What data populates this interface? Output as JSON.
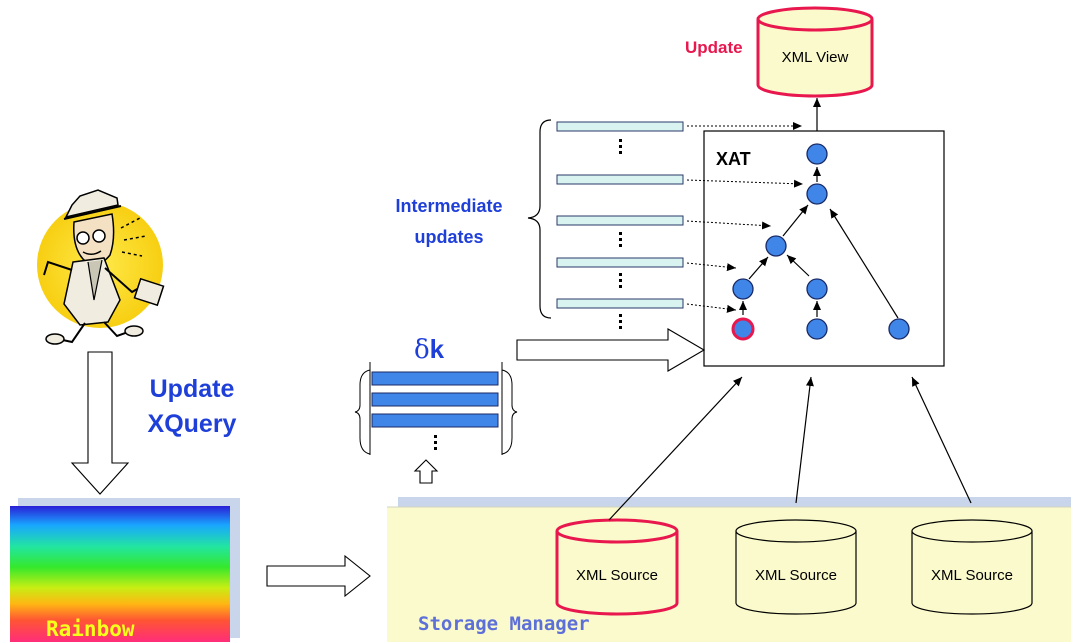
{
  "view": {
    "update_label": "Update",
    "label": "XML View"
  },
  "xat": {
    "label": "XAT"
  },
  "intermediate": {
    "line1": "Intermediate",
    "line2": "updates"
  },
  "delta": {
    "symbol": "δ",
    "var": "k"
  },
  "user_action": {
    "line1": "Update",
    "line2": "XQuery"
  },
  "rainbow": {
    "label": "Rainbow"
  },
  "storage": {
    "label": "Storage Manager",
    "sources": [
      "XML Source",
      "XML Source",
      "XML Source"
    ]
  },
  "colors": {
    "highlight": "#e8174e",
    "text_blue": "#1f3fd9",
    "node_fill": "#3f86e8",
    "delta_bar": "#3f86e8",
    "update_bar": "#d8f3f0",
    "storage_bg": "#fbfacc",
    "storage_top": "#c9d5ea",
    "cylinder": "#fbfacc"
  },
  "icons": {
    "user": "detective-user-icon"
  }
}
